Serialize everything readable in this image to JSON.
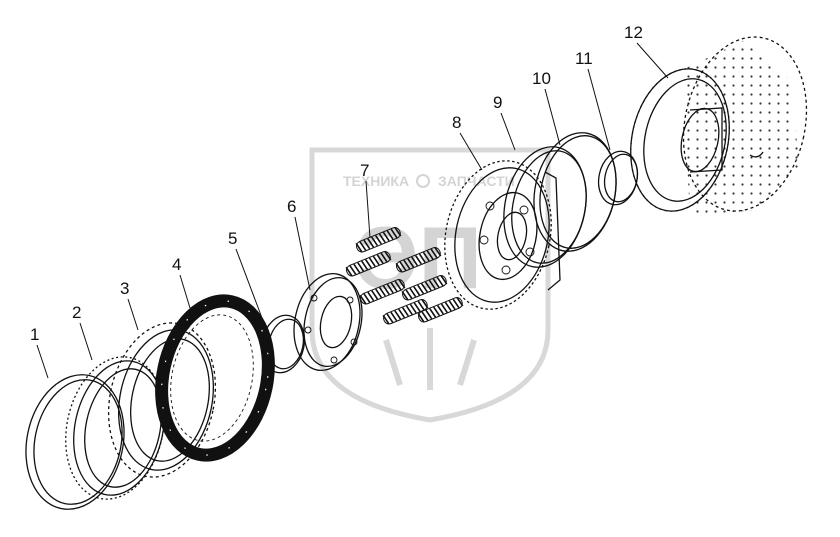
{
  "watermark": {
    "text_left": "ТЕХНИКА",
    "text_right": "ЗАПЧАСТИ",
    "monogram": "ЭП",
    "color": "#d4d4d4"
  },
  "parts": [
    {
      "id": "1",
      "label": "1"
    },
    {
      "id": "2",
      "label": "2"
    },
    {
      "id": "3",
      "label": "3"
    },
    {
      "id": "4",
      "label": "4"
    },
    {
      "id": "5",
      "label": "5"
    },
    {
      "id": "6",
      "label": "6"
    },
    {
      "id": "7",
      "label": "7"
    },
    {
      "id": "8",
      "label": "8"
    },
    {
      "id": "9",
      "label": "9"
    },
    {
      "id": "10",
      "label": "10"
    },
    {
      "id": "11",
      "label": "11"
    },
    {
      "id": "12",
      "label": "12"
    }
  ]
}
